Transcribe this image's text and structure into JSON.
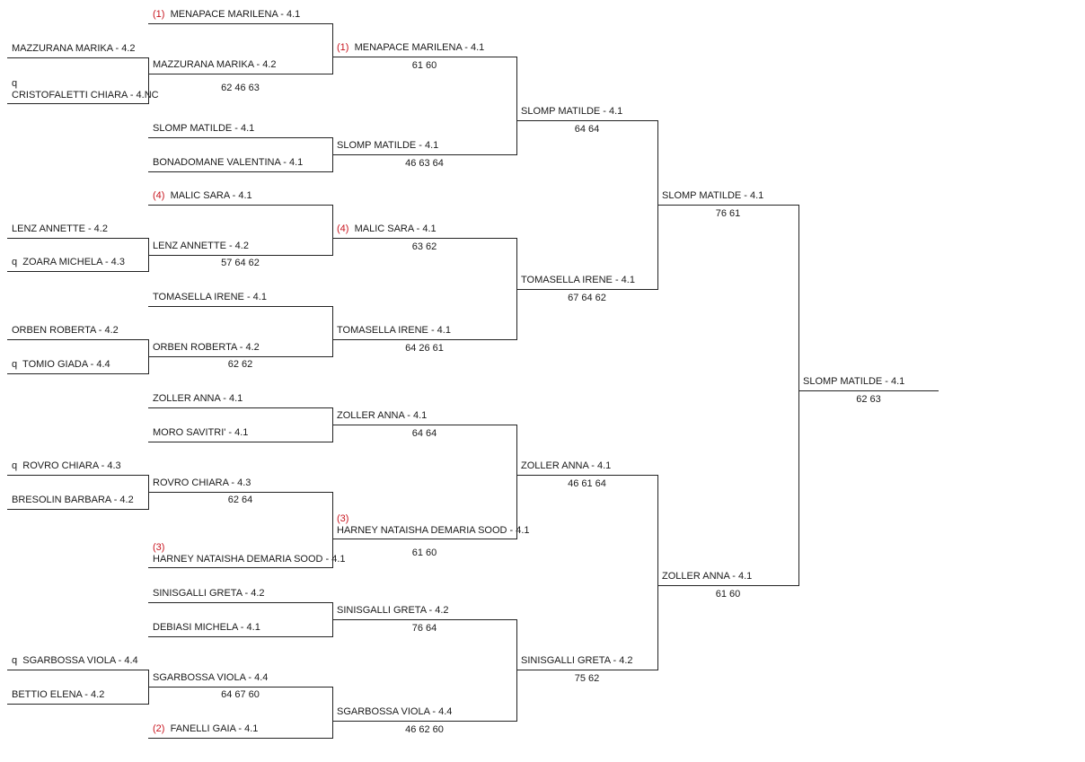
{
  "accent_seed_color": "#c8141e",
  "line_color": "#222222",
  "round0": [
    {
      "name": "MAZZURANA MARIKA - 4.2"
    },
    {
      "name": "CRISTOFALETTI CHIARA - 4.NC",
      "q": "q"
    },
    {
      "name": "LENZ ANNETTE - 4.2"
    },
    {
      "name": "ZOARA MICHELA - 4.3",
      "q": "q"
    },
    {
      "name": "ORBEN ROBERTA - 4.2"
    },
    {
      "name": "TOMIO GIADA - 4.4",
      "q": "q"
    },
    {
      "name": "ROVRO CHIARA - 4.3",
      "q": "q"
    },
    {
      "name": "BRESOLIN BARBARA - 4.2"
    },
    {
      "name": "SGARBOSSA VIOLA - 4.4",
      "q": "q"
    },
    {
      "name": "BETTIO ELENA - 4.2"
    }
  ],
  "round1": [
    {
      "seed": "(1)",
      "name": "MENAPACE MARILENA - 4.1"
    },
    {
      "name": "MAZZURANA MARIKA - 4.2",
      "score": "62 46 63"
    },
    {
      "name": "SLOMP MATILDE - 4.1"
    },
    {
      "name": "BONADOMANE VALENTINA - 4.1"
    },
    {
      "seed": "(4)",
      "name": "MALIC SARA - 4.1"
    },
    {
      "name": "LENZ ANNETTE - 4.2",
      "score": "57 64 62"
    },
    {
      "name": "TOMASELLA IRENE - 4.1"
    },
    {
      "name": "ORBEN ROBERTA - 4.2",
      "score": "62 62"
    },
    {
      "name": "ZOLLER ANNA - 4.1"
    },
    {
      "name": "MORO SAVITRI' - 4.1"
    },
    {
      "name": "ROVRO CHIARA - 4.3",
      "score": "62 64"
    },
    {
      "seed": "(3)",
      "name": "HARNEY NATAISHA DEMARIA SOOD - 4.1"
    },
    {
      "name": "SINISGALLI GRETA - 4.2"
    },
    {
      "name": "DEBIASI MICHELA - 4.1"
    },
    {
      "name": "SGARBOSSA VIOLA - 4.4",
      "score": "64 67 60"
    },
    {
      "seed": "(2)",
      "name": "FANELLI GAIA - 4.1"
    }
  ],
  "round2": [
    {
      "seed": "(1)",
      "name": "MENAPACE MARILENA - 4.1",
      "score": "61 60"
    },
    {
      "name": "SLOMP MATILDE - 4.1",
      "score": "46 63 64"
    },
    {
      "seed": "(4)",
      "name": "MALIC SARA - 4.1",
      "score": "63 62"
    },
    {
      "name": "TOMASELLA IRENE - 4.1",
      "score": "64 26 61"
    },
    {
      "name": "ZOLLER ANNA - 4.1",
      "score": "64 64"
    },
    {
      "seed": "(3)",
      "name": "HARNEY NATAISHA DEMARIA SOOD - 4.1",
      "score": "61 60"
    },
    {
      "name": "SINISGALLI GRETA - 4.2",
      "score": "76 64"
    },
    {
      "name": "SGARBOSSA VIOLA - 4.4",
      "score": "46 62 60"
    }
  ],
  "round3": [
    {
      "name": "SLOMP MATILDE - 4.1",
      "score": "64 64"
    },
    {
      "name": "TOMASELLA IRENE - 4.1",
      "score": "67 64 62"
    },
    {
      "name": "ZOLLER ANNA - 4.1",
      "score": "46 61 64"
    },
    {
      "name": "SINISGALLI GRETA - 4.2",
      "score": "75 62"
    }
  ],
  "round4": [
    {
      "name": "SLOMP MATILDE - 4.1",
      "score": "76 61"
    },
    {
      "name": "ZOLLER ANNA - 4.1",
      "score": "61 60"
    }
  ],
  "round5": [
    {
      "name": "SLOMP MATILDE - 4.1",
      "score": "62 63"
    }
  ]
}
